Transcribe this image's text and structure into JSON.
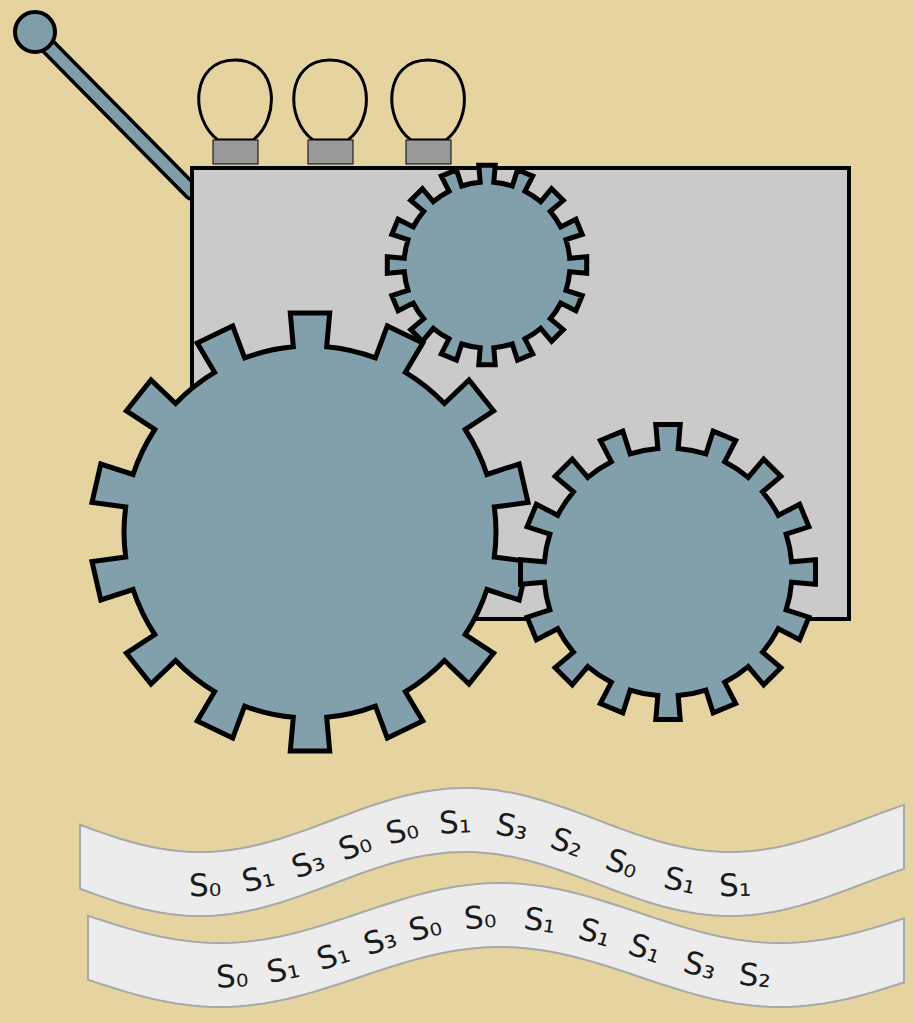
{
  "diagram": {
    "nodes": [
      {
        "text": [
          "S₀",
          "S₁",
          "S₃",
          "S₀",
          "S₀",
          "S₁",
          "S₃",
          "S₂",
          "S₀",
          "S₁",
          "S₁"
        ]
      },
      {
        "text": [
          "S₀",
          "S₁",
          "S₁",
          "S₃",
          "S₀",
          "S₀",
          "S₁",
          "S₁",
          "S₁",
          "S₃",
          "S₂"
        ]
      }
    ]
  }
}
